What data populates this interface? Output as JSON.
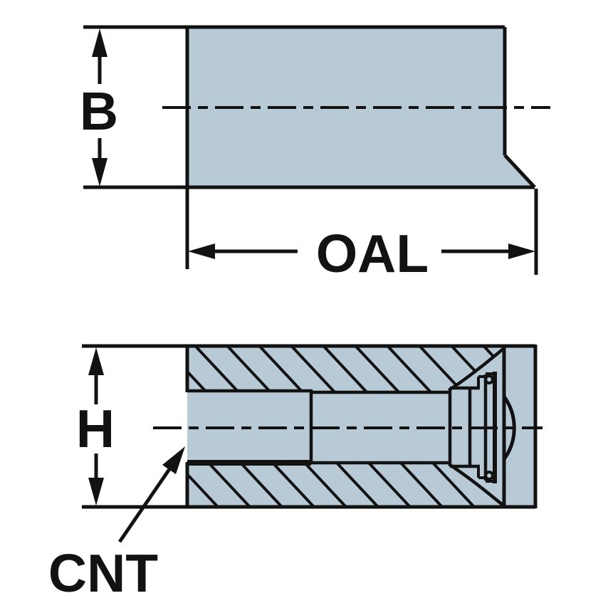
{
  "figure": {
    "kind": "technical-dimension-drawing",
    "views": [
      {
        "id": "top-view",
        "dimension_labels": [
          "B",
          "OAL"
        ]
      },
      {
        "id": "section-view",
        "dimension_labels": [
          "H",
          "CNT"
        ]
      }
    ]
  },
  "labels": {
    "b": "B",
    "oal": "OAL",
    "h": "H",
    "cnt": "CNT"
  },
  "colors": {
    "part_fill": "#b7cad6",
    "line": "#121212",
    "background": "#ffffff"
  }
}
